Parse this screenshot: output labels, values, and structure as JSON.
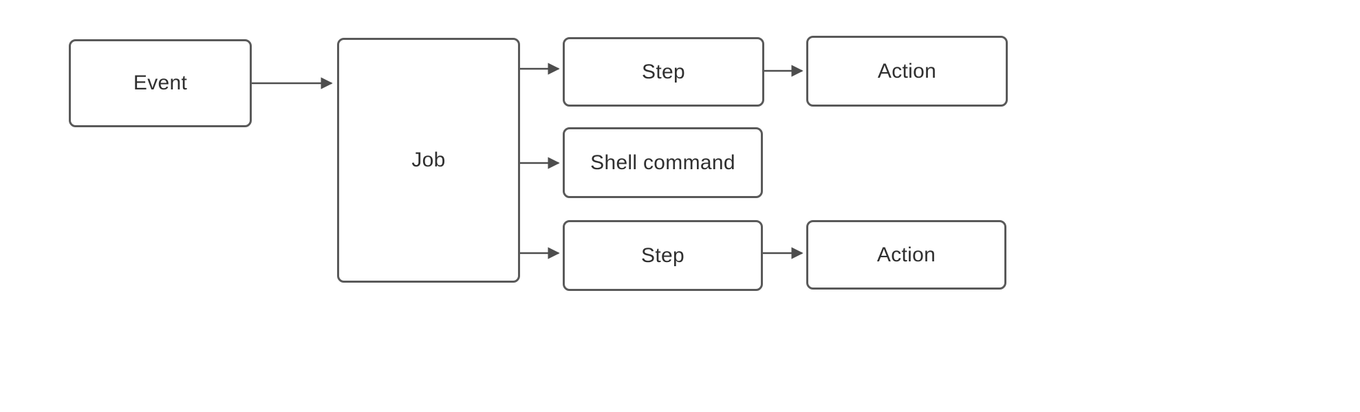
{
  "diagram": {
    "title": "workflow-diagram",
    "colors": {
      "background": "#ffffff",
      "node_border": "#595959",
      "node_fill": "#ffffff",
      "arrow": "#4d4d4d",
      "text": "#2f2f2f"
    },
    "nodes": {
      "event": {
        "label": "Event"
      },
      "job": {
        "label": "Job"
      },
      "step_top": {
        "label": "Step"
      },
      "action_top": {
        "label": "Action"
      },
      "shell_command": {
        "label": "Shell command"
      },
      "step_bottom": {
        "label": "Step"
      },
      "action_bottom": {
        "label": "Action"
      }
    },
    "edges": [
      {
        "from": "event",
        "to": "job"
      },
      {
        "from": "job",
        "to": "step_top"
      },
      {
        "from": "job",
        "to": "shell_command"
      },
      {
        "from": "job",
        "to": "step_bottom"
      },
      {
        "from": "step_top",
        "to": "action_top"
      },
      {
        "from": "step_bottom",
        "to": "action_bottom"
      }
    ]
  }
}
